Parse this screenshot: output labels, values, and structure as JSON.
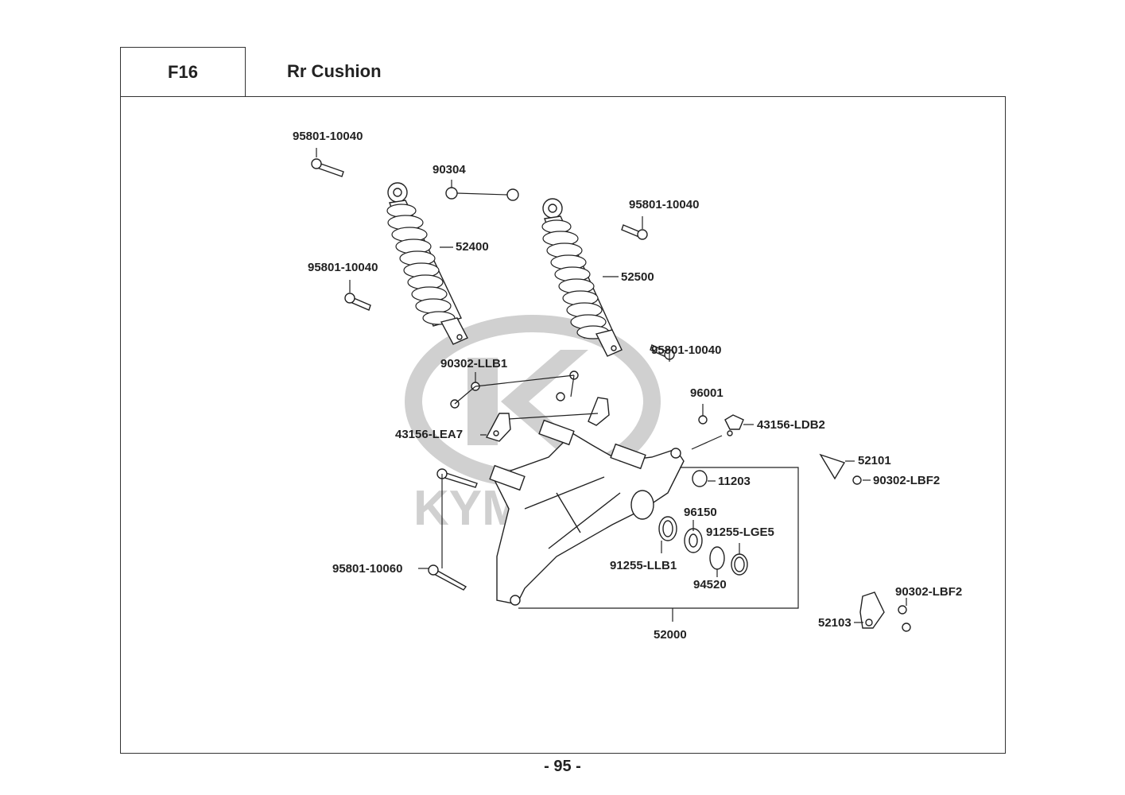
{
  "header": {
    "section_code": "F16",
    "section_title": "Rr Cushion"
  },
  "watermark": {
    "brand": "KYMCO",
    "color": "#d0d0d0"
  },
  "part_labels": [
    {
      "id": "bolt-upper-left",
      "part_no": "95801-10040"
    },
    {
      "id": "nut",
      "part_no": "90304"
    },
    {
      "id": "shock-left",
      "part_no": "52400"
    },
    {
      "id": "bolt-mid-left",
      "part_no": "95801-10040"
    },
    {
      "id": "bolt-upper-right",
      "part_no": "95801-10040"
    },
    {
      "id": "shock-right",
      "part_no": "52500"
    },
    {
      "id": "bolt-lower-right",
      "part_no": "95801-10040"
    },
    {
      "id": "bolt-clamp",
      "part_no": "90302-LLB1"
    },
    {
      "id": "clamp-left",
      "part_no": "43156-LEA7"
    },
    {
      "id": "bolt-96001",
      "part_no": "96001"
    },
    {
      "id": "clamp-right",
      "part_no": "43156-LDB2"
    },
    {
      "id": "bracket-52101",
      "part_no": "52101"
    },
    {
      "id": "bolt-lbf2-upper",
      "part_no": "90302-LBF2"
    },
    {
      "id": "bushing",
      "part_no": "11203"
    },
    {
      "id": "bearing",
      "part_no": "96150"
    },
    {
      "id": "oil-seal-lge5",
      "part_no": "91255-LGE5"
    },
    {
      "id": "oil-seal-llb1",
      "part_no": "91255-LLB1"
    },
    {
      "id": "circlip",
      "part_no": "94520"
    },
    {
      "id": "swing-arm",
      "part_no": "52000"
    },
    {
      "id": "long-bolt",
      "part_no": "95801-10060"
    },
    {
      "id": "bolt-lbf2-lower",
      "part_no": "90302-LBF2"
    },
    {
      "id": "plate-52103",
      "part_no": "52103"
    }
  ],
  "footer": {
    "page_number": "- 95 -"
  }
}
